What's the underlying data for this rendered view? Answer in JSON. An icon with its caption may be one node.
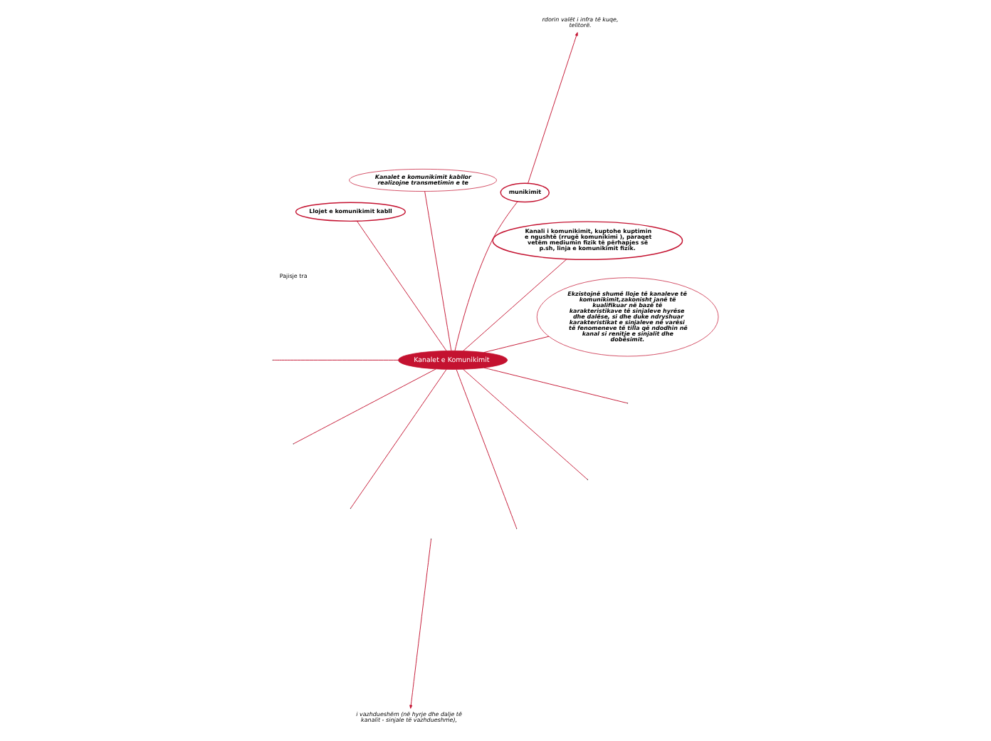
{
  "diagram": {
    "nodes": [
      {
        "text": [
          "Kanalet e Komunikimit"
        ]
      },
      {
        "text": [
          "Ekzistojnë shumë lloje të kanaleve të komunikimit,zakonisht janë të kualifikuar në bazë të karakteristikave të sinjaleve hyrëse dhe dalëse, si dhe duke ndryshuar karakteristikat e sinjaleve në varësi të fenomeneve të tilla që ndodhin në kanal si renitje e sinjalit dhe dobësimit."
        ]
      },
      {
        "text": [
          "i vazhdueshëm (në hyrje dhe dalje të kanalit - sinjale të vazhdueshme),"
        ]
      },
      {
        "text": [
          "Kanali i komunikimit, kuptohe kuptimin e ngushtë (rrugë komunikimi ), paraqet vetëm mediumin fizik të përhapjes së p.sh, linja e komunikimit fizik."
        ]
      },
      {
        "text": [
          "munikimit"
        ]
      },
      {
        "text": [
          "rdorin valët i infra të kuqe, telitorë."
        ]
      },
      {
        "text": [
          "Kanalet e komunikimit kabllor realizojne transmetimin e te"
        ]
      },
      {
        "text": [
          "Llojet e komunikimit kabll"
        ]
      }
    ],
    "edges": [
      {
        "from": 0,
        "to": null,
        "arrow": "none"
      },
      {
        "from": 0,
        "to": null,
        "arrow": "none"
      },
      {
        "from": 0,
        "to": 1,
        "arrow": "none"
      },
      {
        "from": 0,
        "to": null,
        "arrow": "none"
      },
      {
        "from": null,
        "to": 2,
        "arrow": "to"
      },
      {
        "from": 0,
        "to": null,
        "arrow": "none"
      },
      {
        "from": 0,
        "to": 3,
        "arrow": "none"
      },
      {
        "from": 0,
        "to": null,
        "arrow": "none"
      },
      {
        "from": 0,
        "to": null,
        "arrow": "none"
      },
      {
        "from": 0,
        "to": 4,
        "arrow": "none"
      },
      {
        "from": 4,
        "to": 5,
        "arrow": "to"
      },
      {
        "from": 0,
        "to": 6,
        "arrow": "none"
      },
      {
        "from": 0,
        "to": 7,
        "arrow": "none"
      }
    ],
    "labels": [
      "Pajisje tra"
    ]
  }
}
